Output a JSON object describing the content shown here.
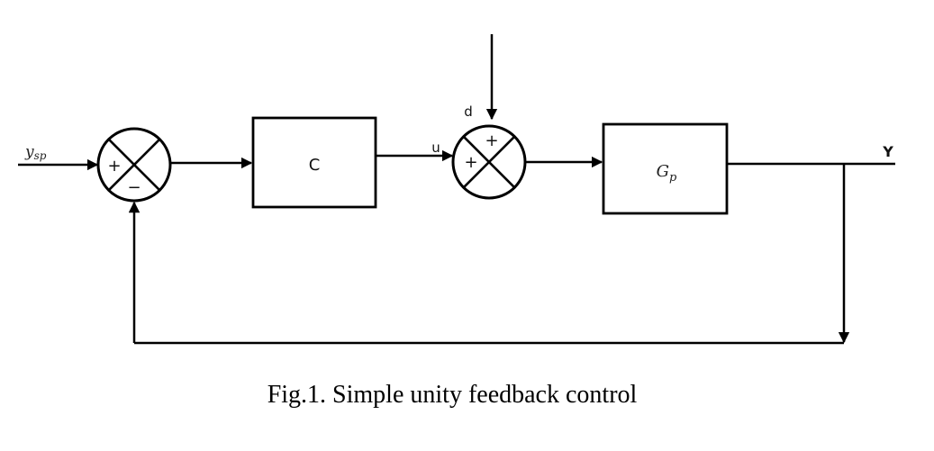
{
  "diagram": {
    "type": "block-diagram",
    "title": "Simple unity feedback control",
    "caption": "Fig.1. Simple unity feedback control",
    "input_label": "y",
    "input_label_sub": "sp",
    "controller_label": "C",
    "control_signal_label": "u",
    "disturbance_label": "d",
    "plant_label": "G",
    "plant_label_sub": "p",
    "output_label": "Y",
    "summing_junction_1": {
      "top_sign": "",
      "left_sign": "+",
      "bottom_sign": "−"
    },
    "summing_junction_2": {
      "top_sign": "+",
      "left_sign": "+",
      "bottom_sign": ""
    },
    "feedback": "unity",
    "colors": {
      "stroke": "#000000",
      "background": "#ffffff"
    }
  }
}
